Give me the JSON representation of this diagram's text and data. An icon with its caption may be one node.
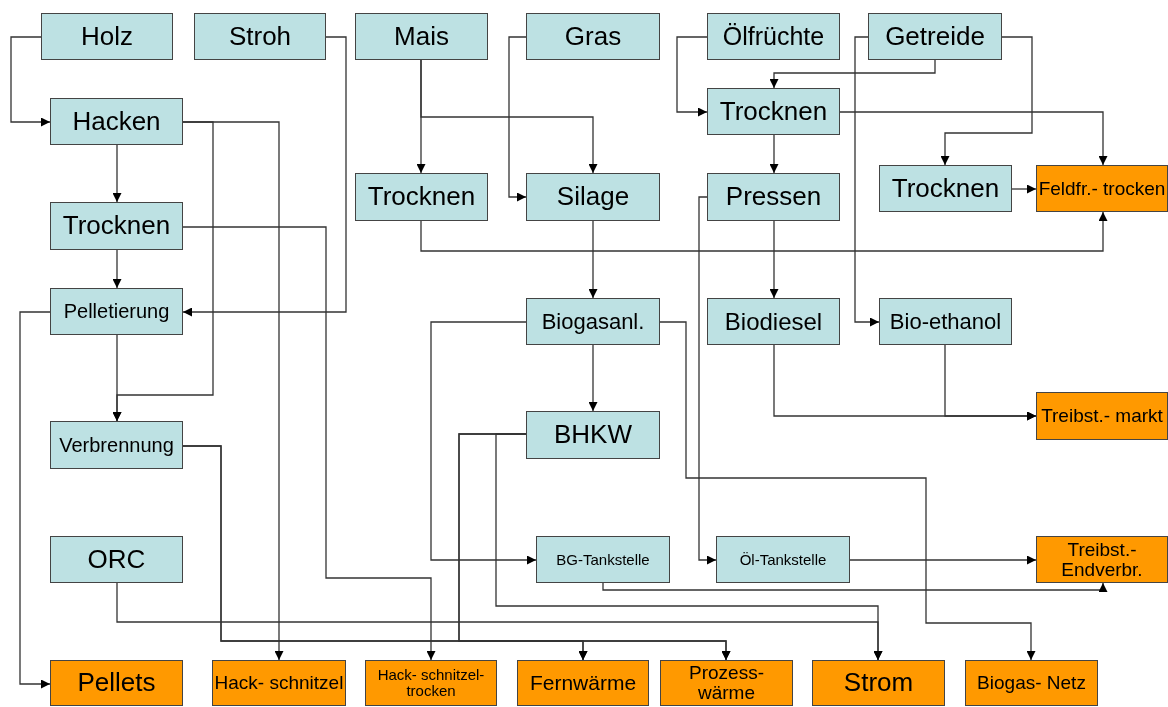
{
  "diagram": {
    "nodes": [
      {
        "text": [
          "Holz"
        ]
      },
      {
        "text": [
          "Stroh"
        ]
      },
      {
        "text": [
          "Mais"
        ]
      },
      {
        "text": [
          "Gras"
        ]
      },
      {
        "text": [
          "Ölfrüchte"
        ]
      },
      {
        "text": [
          "Getreide"
        ]
      },
      {
        "text": [
          "Hacken"
        ]
      },
      {
        "text": [
          "Trocknen"
        ]
      },
      {
        "text": [
          "Trocknen"
        ]
      },
      {
        "text": [
          "Silage"
        ]
      },
      {
        "text": [
          "Pressen"
        ]
      },
      {
        "text": [
          "Trocknen"
        ]
      },
      {
        "text": [
          "Feldfr.- trocken"
        ]
      },
      {
        "text": [
          "Trocknen"
        ]
      },
      {
        "text": [
          "Pelletierung"
        ]
      },
      {
        "text": [
          "Biogasanl."
        ]
      },
      {
        "text": [
          "Biodiesel"
        ]
      },
      {
        "text": [
          "Bio-ethanol"
        ]
      },
      {
        "text": [
          "Treibst.- markt"
        ]
      },
      {
        "text": [
          "BHKW"
        ]
      },
      {
        "text": [
          "Verbrennung"
        ]
      },
      {
        "text": [
          "ORC"
        ]
      },
      {
        "text": [
          "BG-Tankstelle"
        ]
      },
      {
        "text": [
          "Öl-Tankstelle"
        ]
      },
      {
        "text": [
          "Treibst.- Endverbr."
        ]
      },
      {
        "text": [
          "Pellets"
        ]
      },
      {
        "text": [
          "Hack- schnitzel"
        ]
      },
      {
        "text": [
          "Hack- schnitzel-trocken"
        ]
      },
      {
        "text": [
          "Fernwärme"
        ]
      },
      {
        "text": [
          "Prozess- wärme"
        ]
      },
      {
        "text": [
          "Strom"
        ]
      },
      {
        "text": [
          "Biogas- Netz"
        ]
      }
    ],
    "edges": [
      {
        "from": 0,
        "to": 6,
        "arrow": "to"
      },
      {
        "from": 1,
        "to": 14,
        "arrow": "to"
      },
      {
        "from": 2,
        "to": 8,
        "arrow": "to"
      },
      {
        "from": 2,
        "to": 9,
        "arrow": "to"
      },
      {
        "from": 3,
        "to": 9,
        "arrow": "to"
      },
      {
        "from": 4,
        "to": 7,
        "arrow": "to"
      },
      {
        "from": 5,
        "to": 7,
        "arrow": "to"
      },
      {
        "from": 5,
        "to": 11,
        "arrow": "to"
      },
      {
        "from": 5,
        "to": 17,
        "arrow": "to"
      },
      {
        "from": 6,
        "to": 13,
        "arrow": "to"
      },
      {
        "from": 6,
        "to": 26,
        "arrow": "to"
      },
      {
        "from": 6,
        "to": 20,
        "arrow": "to"
      },
      {
        "from": 7,
        "to": 12,
        "arrow": "to"
      },
      {
        "from": 7,
        "to": 10,
        "arrow": "to"
      },
      {
        "from": 8,
        "to": 12,
        "arrow": "to"
      },
      {
        "from": 9,
        "to": 15,
        "arrow": "to"
      },
      {
        "from": 10,
        "to": 16,
        "arrow": "to"
      },
      {
        "from": 10,
        "to": 23,
        "arrow": "to"
      },
      {
        "from": 11,
        "to": 12,
        "arrow": "to"
      },
      {
        "from": 13,
        "to": 14,
        "arrow": "to"
      },
      {
        "from": 13,
        "to": 27,
        "arrow": "to"
      },
      {
        "from": 14,
        "to": 20,
        "arrow": "to"
      },
      {
        "from": 14,
        "to": 25,
        "arrow": "to"
      },
      {
        "from": 15,
        "to": 22,
        "arrow": "to"
      },
      {
        "from": 15,
        "to": 19,
        "arrow": "to"
      },
      {
        "from": 15,
        "to": 31,
        "arrow": "to"
      },
      {
        "from": 16,
        "to": 18,
        "arrow": "to"
      },
      {
        "from": 17,
        "to": 18,
        "arrow": "to"
      },
      {
        "from": 19,
        "to": 28,
        "arrow": "to"
      },
      {
        "from": 19,
        "to": 29,
        "arrow": "to"
      },
      {
        "from": 19,
        "to": 30,
        "arrow": "to"
      },
      {
        "from": 20,
        "to": 28,
        "arrow": "to"
      },
      {
        "from": 20,
        "to": 29,
        "arrow": "to"
      },
      {
        "from": 21,
        "to": 30,
        "arrow": "to"
      },
      {
        "from": 22,
        "to": 24,
        "arrow": "to"
      },
      {
        "from": 23,
        "to": 24,
        "arrow": "to"
      }
    ]
  }
}
